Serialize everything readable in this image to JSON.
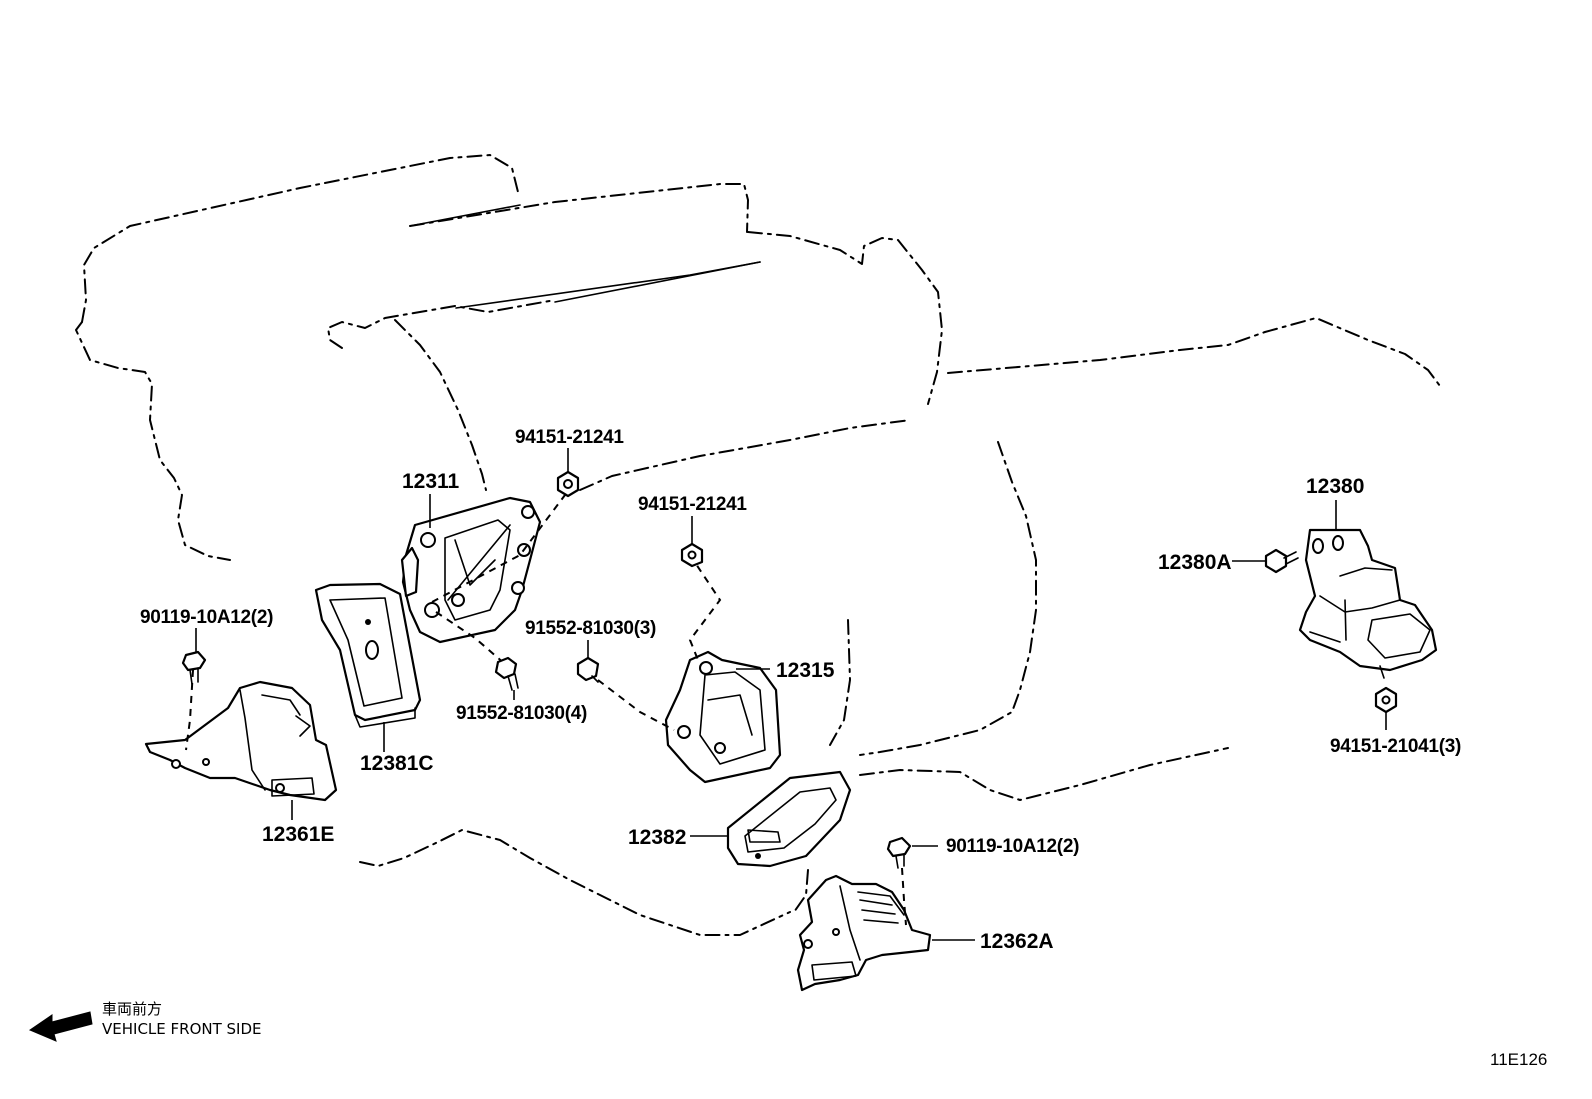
{
  "labels": {
    "p12311": "12311",
    "p94151_21241_a": "94151-21241",
    "p94151_21241_b": "94151-21241",
    "p91552_81030_3": "91552-81030(3)",
    "p91552_81030_4": "91552-81030(4)",
    "p12315": "12315",
    "p90119_10A12_left": "90119-10A12(2)",
    "p12381C": "12381C",
    "p12361E": "12361E",
    "p12382": "12382",
    "p90119_10A12_right": "90119-10A12(2)",
    "p12362A": "12362A",
    "p12380": "12380",
    "p12380A": "12380A",
    "p94151_21041": "94151-21041(3)"
  },
  "direction": {
    "japanese": "車両前方",
    "english": "VEHICLE FRONT SIDE",
    "icon": "arrow-left-icon"
  },
  "diagram_code": "11E126"
}
